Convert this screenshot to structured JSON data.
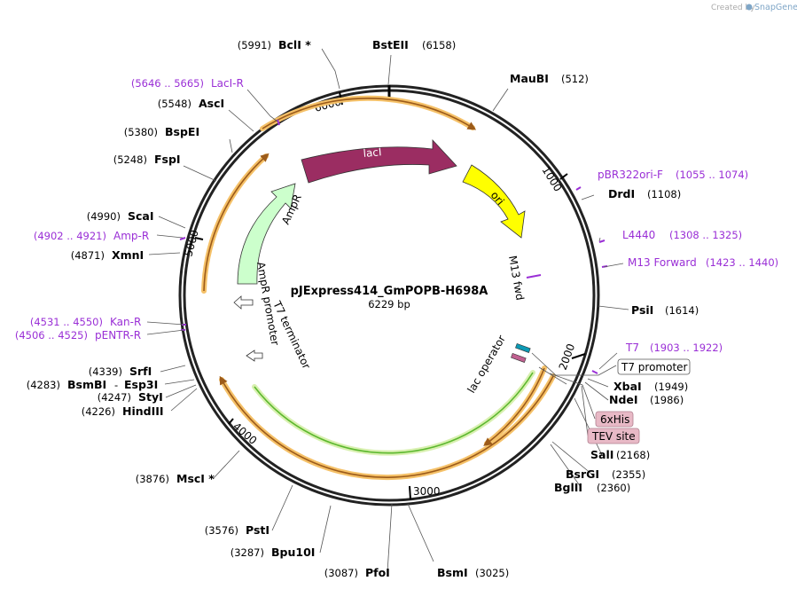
{
  "credit": {
    "prefix": "Created by",
    "brand": "SnapGene"
  },
  "map": {
    "title": "pJExpress414_GmPOPB-H698A",
    "length": "6229 bp"
  },
  "ticks": [
    "6000",
    "1000",
    "2000",
    "3000",
    "4000",
    "5000"
  ],
  "features": {
    "lacI": "lacI",
    "ori": "ori",
    "AmpR": "AmpR",
    "AmpR_promoter": "AmpR promoter",
    "T7_terminator": "T7 terminator",
    "M13_fwd": "M13 fwd",
    "lac_operator": "lac operator",
    "T7_promoter": "T7 promoter",
    "six_his": "6xHis",
    "tev": "TEV site"
  },
  "sites": {
    "BclI": {
      "name": "BclI *",
      "pos": "(5991)"
    },
    "BstEII": {
      "name": "BstEII",
      "pos": "(6158)"
    },
    "MauBI": {
      "name": "MauBI",
      "pos": "(512)"
    },
    "AscI": {
      "name": "AscI",
      "pos": "(5548)"
    },
    "BspEI": {
      "name": "BspEI",
      "pos": "(5380)"
    },
    "FspI": {
      "name": "FspI",
      "pos": "(5248)"
    },
    "DrdI": {
      "name": "DrdI",
      "pos": "(1108)"
    },
    "ScaI": {
      "name": "ScaI",
      "pos": "(4990)"
    },
    "XmnI": {
      "name": "XmnI",
      "pos": "(4871)"
    },
    "PsiI": {
      "name": "PsiI",
      "pos": "(1614)"
    },
    "SrfI": {
      "name": "SrfI",
      "pos": "(4339)"
    },
    "BsmBI": {
      "name": "BsmBI",
      "dash": "-",
      "name2": "Esp3I",
      "pos": "(4283)"
    },
    "StyI": {
      "name": "StyI",
      "pos": "(4247)"
    },
    "HindIII": {
      "name": "HindIII",
      "pos": "(4226)"
    },
    "XbaI": {
      "name": "XbaI",
      "pos": "(1949)"
    },
    "NdeI": {
      "name": "NdeI",
      "pos": "(1986)"
    },
    "SalI": {
      "name": "SalI",
      "pos": "(2168)"
    },
    "BsrGI": {
      "name": "BsrGI",
      "pos": "(2355)"
    },
    "BglII": {
      "name": "BglII",
      "pos": "(2360)"
    },
    "MscI": {
      "name": "MscI *",
      "pos": "(3876)"
    },
    "PstI": {
      "name": "PstI",
      "pos": "(3576)"
    },
    "Bpu10I": {
      "name": "Bpu10I",
      "pos": "(3287)"
    },
    "PfoI": {
      "name": "PfoI",
      "pos": "(3087)"
    },
    "BsmI": {
      "name": "BsmI",
      "pos": "(3025)"
    }
  },
  "primers": {
    "LacI_R": {
      "name": "LacI-R",
      "range": "(5646 .. 5665)"
    },
    "pBR322ori_F": {
      "name": "pBR322ori-F",
      "range": "(1055 .. 1074)"
    },
    "L4440": {
      "name": "L4440",
      "range": "(1308 .. 1325)"
    },
    "Amp_R": {
      "name": "Amp-R",
      "range": "(4902 .. 4921)"
    },
    "M13_Forward": {
      "name": "M13 Forward",
      "range": "(1423 .. 1440)"
    },
    "Kan_R": {
      "name": "Kan-R",
      "range": "(4531 .. 4550)"
    },
    "pENTR_R": {
      "name": "pENTR-R",
      "range": "(4506 .. 4525)"
    },
    "T7": {
      "name": "T7",
      "range": "(1903 .. 1922)"
    }
  },
  "colors": {
    "lacI": "#9b2d62",
    "ori": "#ffff00",
    "AmpR": "#ccffcc",
    "orf_outline": "#f5c168",
    "orf_arrow": "#9c5b1a",
    "primer": "#9a2fd6",
    "green_orf": "#5cb82e",
    "tag_fill": "#e8b9c6"
  }
}
